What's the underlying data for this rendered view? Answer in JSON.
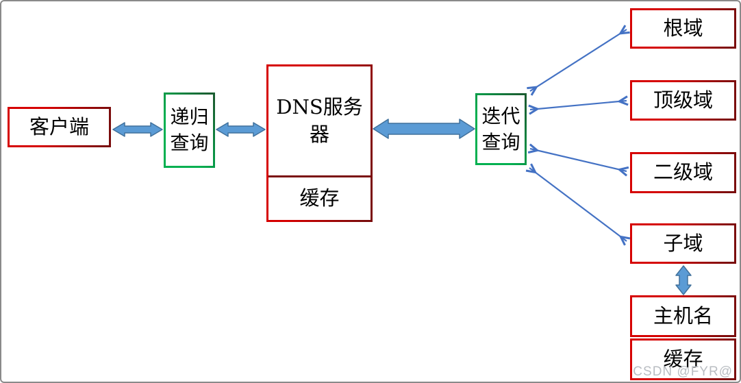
{
  "nodes": {
    "client": "客户端",
    "recursive_query": "递归查询",
    "dns_server": "DNS服务器",
    "dns_cache": "缓存",
    "iterative_query": "迭代查询",
    "root_domain": "根域",
    "top_level_domain": "顶级域",
    "second_level_domain": "二级域",
    "sub_domain": "子域",
    "hostname": "主机名",
    "hostname_cache": "缓存"
  },
  "edges": [
    {
      "from": "client",
      "to": "recursive_query",
      "style": "thick-double-arrow"
    },
    {
      "from": "recursive_query",
      "to": "dns_server",
      "style": "thick-double-arrow"
    },
    {
      "from": "dns_server",
      "to": "iterative_query",
      "style": "thick-double-arrow"
    },
    {
      "from": "iterative_query",
      "to": "root_domain",
      "style": "thin-double-arrow"
    },
    {
      "from": "iterative_query",
      "to": "top_level_domain",
      "style": "thin-double-arrow"
    },
    {
      "from": "iterative_query",
      "to": "second_level_domain",
      "style": "thin-double-arrow"
    },
    {
      "from": "iterative_query",
      "to": "sub_domain",
      "style": "thin-double-arrow"
    },
    {
      "from": "sub_domain",
      "to": "hostname",
      "style": "thick-double-arrow"
    }
  ],
  "watermark": "CSDN @FYR@",
  "colors": {
    "box-red-bright": "#d60000",
    "box-red-dark": "#7a0c0c",
    "box-green-bright": "#00b050",
    "box-green-dark": "#1b5e31",
    "arrow-fill": "#5b9bd5",
    "arrow-stroke": "#41719c",
    "thin-arrow": "#4472c4",
    "frame": "#8a8a8a",
    "watermark": "#b9bdc2",
    "text": "#000000"
  }
}
